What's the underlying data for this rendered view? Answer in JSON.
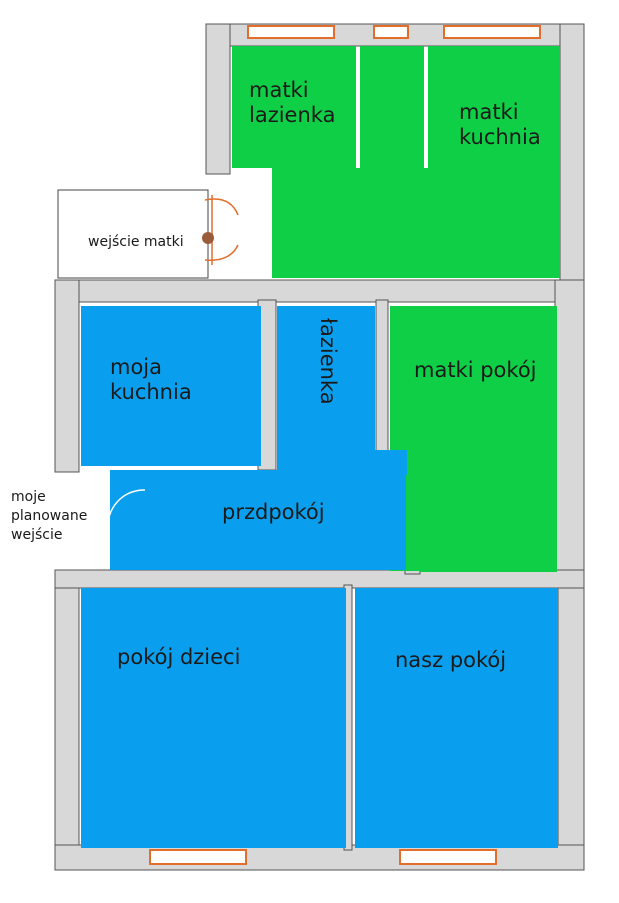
{
  "colors": {
    "green": "#0fcf46",
    "blue": "#0a9fee",
    "wall": "#d8d8d8",
    "window": "#e36d2a"
  },
  "rooms": {
    "mother_bathroom": {
      "label_1": "matki",
      "label_2": "lazienka"
    },
    "mother_kitchen": {
      "label_1": "matki",
      "label_2": "kuchnia"
    },
    "mother_entrance": "wejście matki",
    "my_kitchen": {
      "label_1": "moja",
      "label_2": "kuchnia"
    },
    "bathroom": "łazienka",
    "mother_room": "matki pokój",
    "planned_entrance": {
      "label_1": "moje",
      "label_2": "planowane",
      "label_3": "wejście"
    },
    "hallway": "przdpokój",
    "kids_room": "pokój dzieci",
    "our_room": "nasz pokój"
  }
}
